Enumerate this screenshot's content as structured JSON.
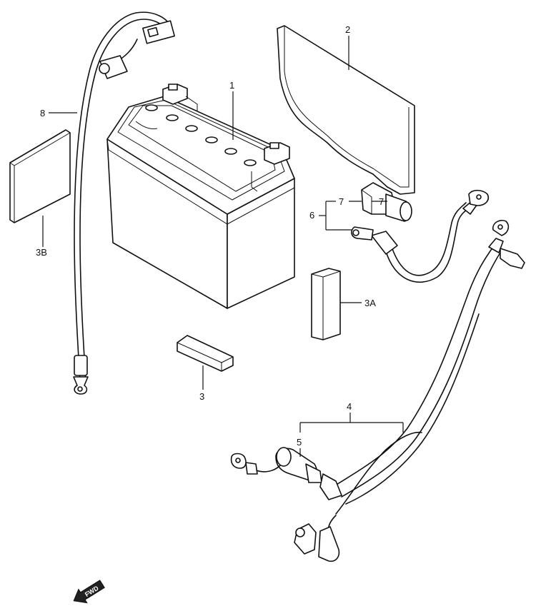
{
  "parts": {
    "battery": {
      "ref": "1"
    },
    "cover_plate": {
      "ref": "2"
    },
    "pad_3": {
      "ref": "3"
    },
    "pad_3a": {
      "ref": "3A"
    },
    "pad_3b": {
      "ref": "3B"
    },
    "starter_cable": {
      "ref": "4"
    },
    "starter_cap": {
      "ref": "5"
    },
    "positive_lead": {
      "ref": "6"
    },
    "terminal_cap": {
      "ref": "7"
    },
    "ground_lead": {
      "ref": "8"
    }
  },
  "fwd_marker": {
    "label": "FWD"
  }
}
